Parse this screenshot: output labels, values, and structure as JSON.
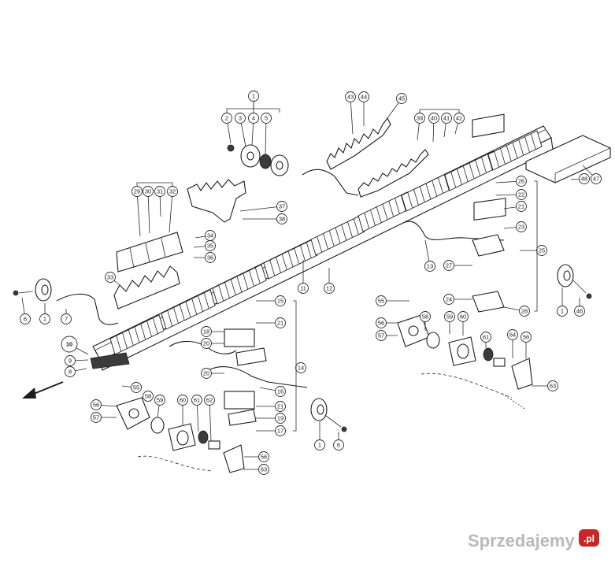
{
  "diagram": {
    "callouts": [
      "1",
      "2",
      "3",
      "4",
      "5",
      "6",
      "7",
      "8",
      "9",
      "10",
      "11",
      "12",
      "13",
      "14",
      "15",
      "16",
      "17",
      "18",
      "19",
      "20",
      "21",
      "22",
      "23",
      "24",
      "25",
      "26",
      "27",
      "28",
      "29",
      "30",
      "31",
      "32",
      "33",
      "34",
      "35",
      "36",
      "37",
      "38",
      "39",
      "40",
      "41",
      "42",
      "43",
      "44",
      "45",
      "46",
      "47",
      "48",
      "55",
      "56",
      "57",
      "58",
      "59",
      "60",
      "61",
      "62",
      "63",
      "64"
    ],
    "highlighted_callout": "10",
    "highlight_color": "#c62828",
    "line_color": "#2a2a2a"
  },
  "watermark": {
    "text": "Sprzedajemy",
    "suffix": ".pl",
    "badge_color": "#c62828"
  }
}
